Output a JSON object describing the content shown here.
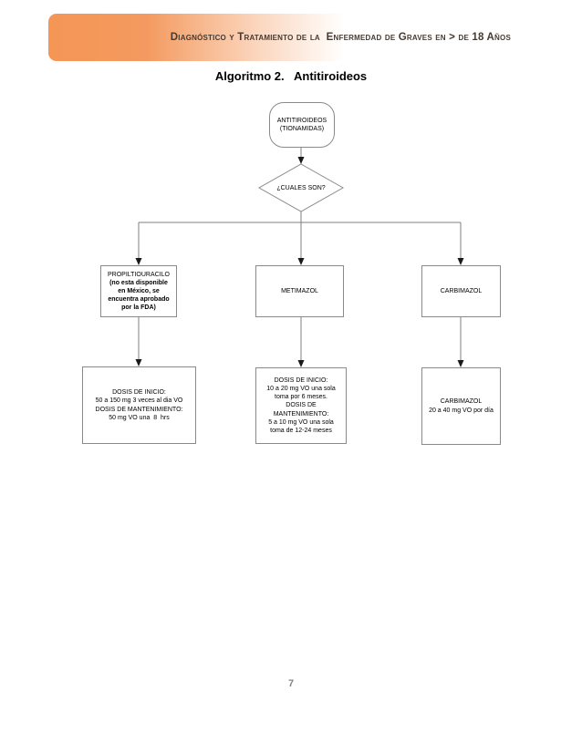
{
  "page": {
    "header_title": "Diagnóstico y Tratamiento de la  Enfermedad de Graves en > de 18 Años",
    "page_number": "7",
    "accent_color": "#f49655"
  },
  "algorithm": {
    "title": "Algoritmo 2.   Antitiroideos",
    "nodes": {
      "start": {
        "lines": [
          "ANTITIROIDEOS",
          "(TIONAMIDAS)"
        ]
      },
      "decision": {
        "label": "¿CUALES SON?"
      },
      "propiltiouracilo": {
        "title": "PROPILTIOURACILO",
        "note_lines": [
          "(no esta disponible",
          "en México, se",
          "encuentra aprobado",
          "por la FDA)"
        ]
      },
      "metimazol": {
        "label": "METIMAZOL"
      },
      "carbimazol": {
        "label": "CARBIMAZOL"
      },
      "propiltiouracilo_dose": {
        "lines": [
          "DOSIS DE INICIO:",
          "50 a 150 mg 3 veces al dia VO",
          "DOSIS DE MANTENIMIENTO:",
          "50 mg VO una  8  hrs"
        ]
      },
      "metimazol_dose": {
        "lines": [
          "DOSIS DE INICIO:",
          "10 a 20 mg VO una sola",
          "toma por 6 meses.",
          "DOSIS DE",
          "MANTENIMIENTO:",
          "5 a 10 mg VO una sola",
          "toma de 12-24 meses"
        ]
      },
      "carbimazol_dose": {
        "lines": [
          "CARBIMAZOL",
          "20 a 40 mg VO por día"
        ]
      }
    }
  }
}
